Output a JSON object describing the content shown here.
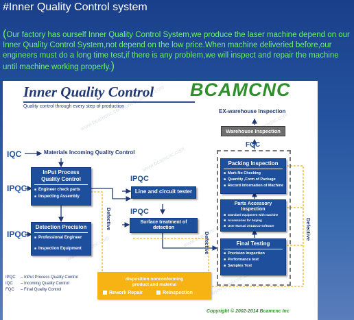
{
  "header": {
    "title": "#Inner Quality Control system",
    "intro_open": "(",
    "intro": "Our factory has ourself Inner Quality Control System,we produce the laser machine depend on our Inner Quality Control System,not depend on the low price.When machine deliveried before,our engineers must do a long time test,if there is any problem,we will inspect and repair the machine until machine working properly.",
    "intro_close": ")"
  },
  "diagram": {
    "title": "Inner Quality  Control",
    "brand": "BCAMCNC",
    "subtitle": "Quality control through every step of production",
    "watermark": "www.bcamcnc.com",
    "labels": {
      "iqc": "IQC",
      "materials": "Materials Incoming Quality Control",
      "ipqc": "IPQC",
      "fqc": "FQC",
      "ex_warehouse": "EX-warehouse Inspection",
      "defective": "Defective"
    },
    "input_process": {
      "title": "InPut Process\nQuality Control",
      "items": [
        "Engineer check parts",
        "Inspecting Assembly"
      ]
    },
    "detection": {
      "title": "Detection Precision",
      "items": [
        "Professional Engineer",
        "Inspection Equipment"
      ]
    },
    "line_tester": "Line and circuit tester",
    "surface": "Surface treatment of\ndetection",
    "packing": {
      "title": "Packing Inspection",
      "items": [
        "Mark No Checking",
        "Quantity ,Form of Package",
        "Record Information of Machine"
      ]
    },
    "parts_accessory": {
      "title": "Parts Accessory\nInspection",
      "items": [
        "Standard equipment with  machine",
        "Accessories for buying",
        "User Manual 2014&CD software"
      ]
    },
    "final_testing": {
      "title": "Final Testing",
      "items": [
        "Precision Inspection",
        "Performance test",
        "Samples Test"
      ]
    },
    "warehouse": "Warehouse Inspection",
    "disposition": {
      "title": "disposition nonconforming\nproduct and material",
      "rework": "Rework Repair",
      "reinspection": "Reinspection"
    },
    "legend": [
      {
        "key": "IPQC",
        "text": "– InPut Process Quality Control"
      },
      {
        "key": "IQC",
        "text": "– Incoming Quality Control"
      },
      {
        "key": "FQC",
        "text": "– Final Quality Control"
      }
    ],
    "copyright": "Copyright © 2002-2014 Bcamcnc Inc",
    "colors": {
      "blue_box": "#1d4f9c",
      "orange_box": "#f7b213",
      "title_navy": "#1f3772",
      "brand_green": "#2e8f2a",
      "intro_green": "#6ff06f",
      "background_blue": "#24519d"
    }
  }
}
